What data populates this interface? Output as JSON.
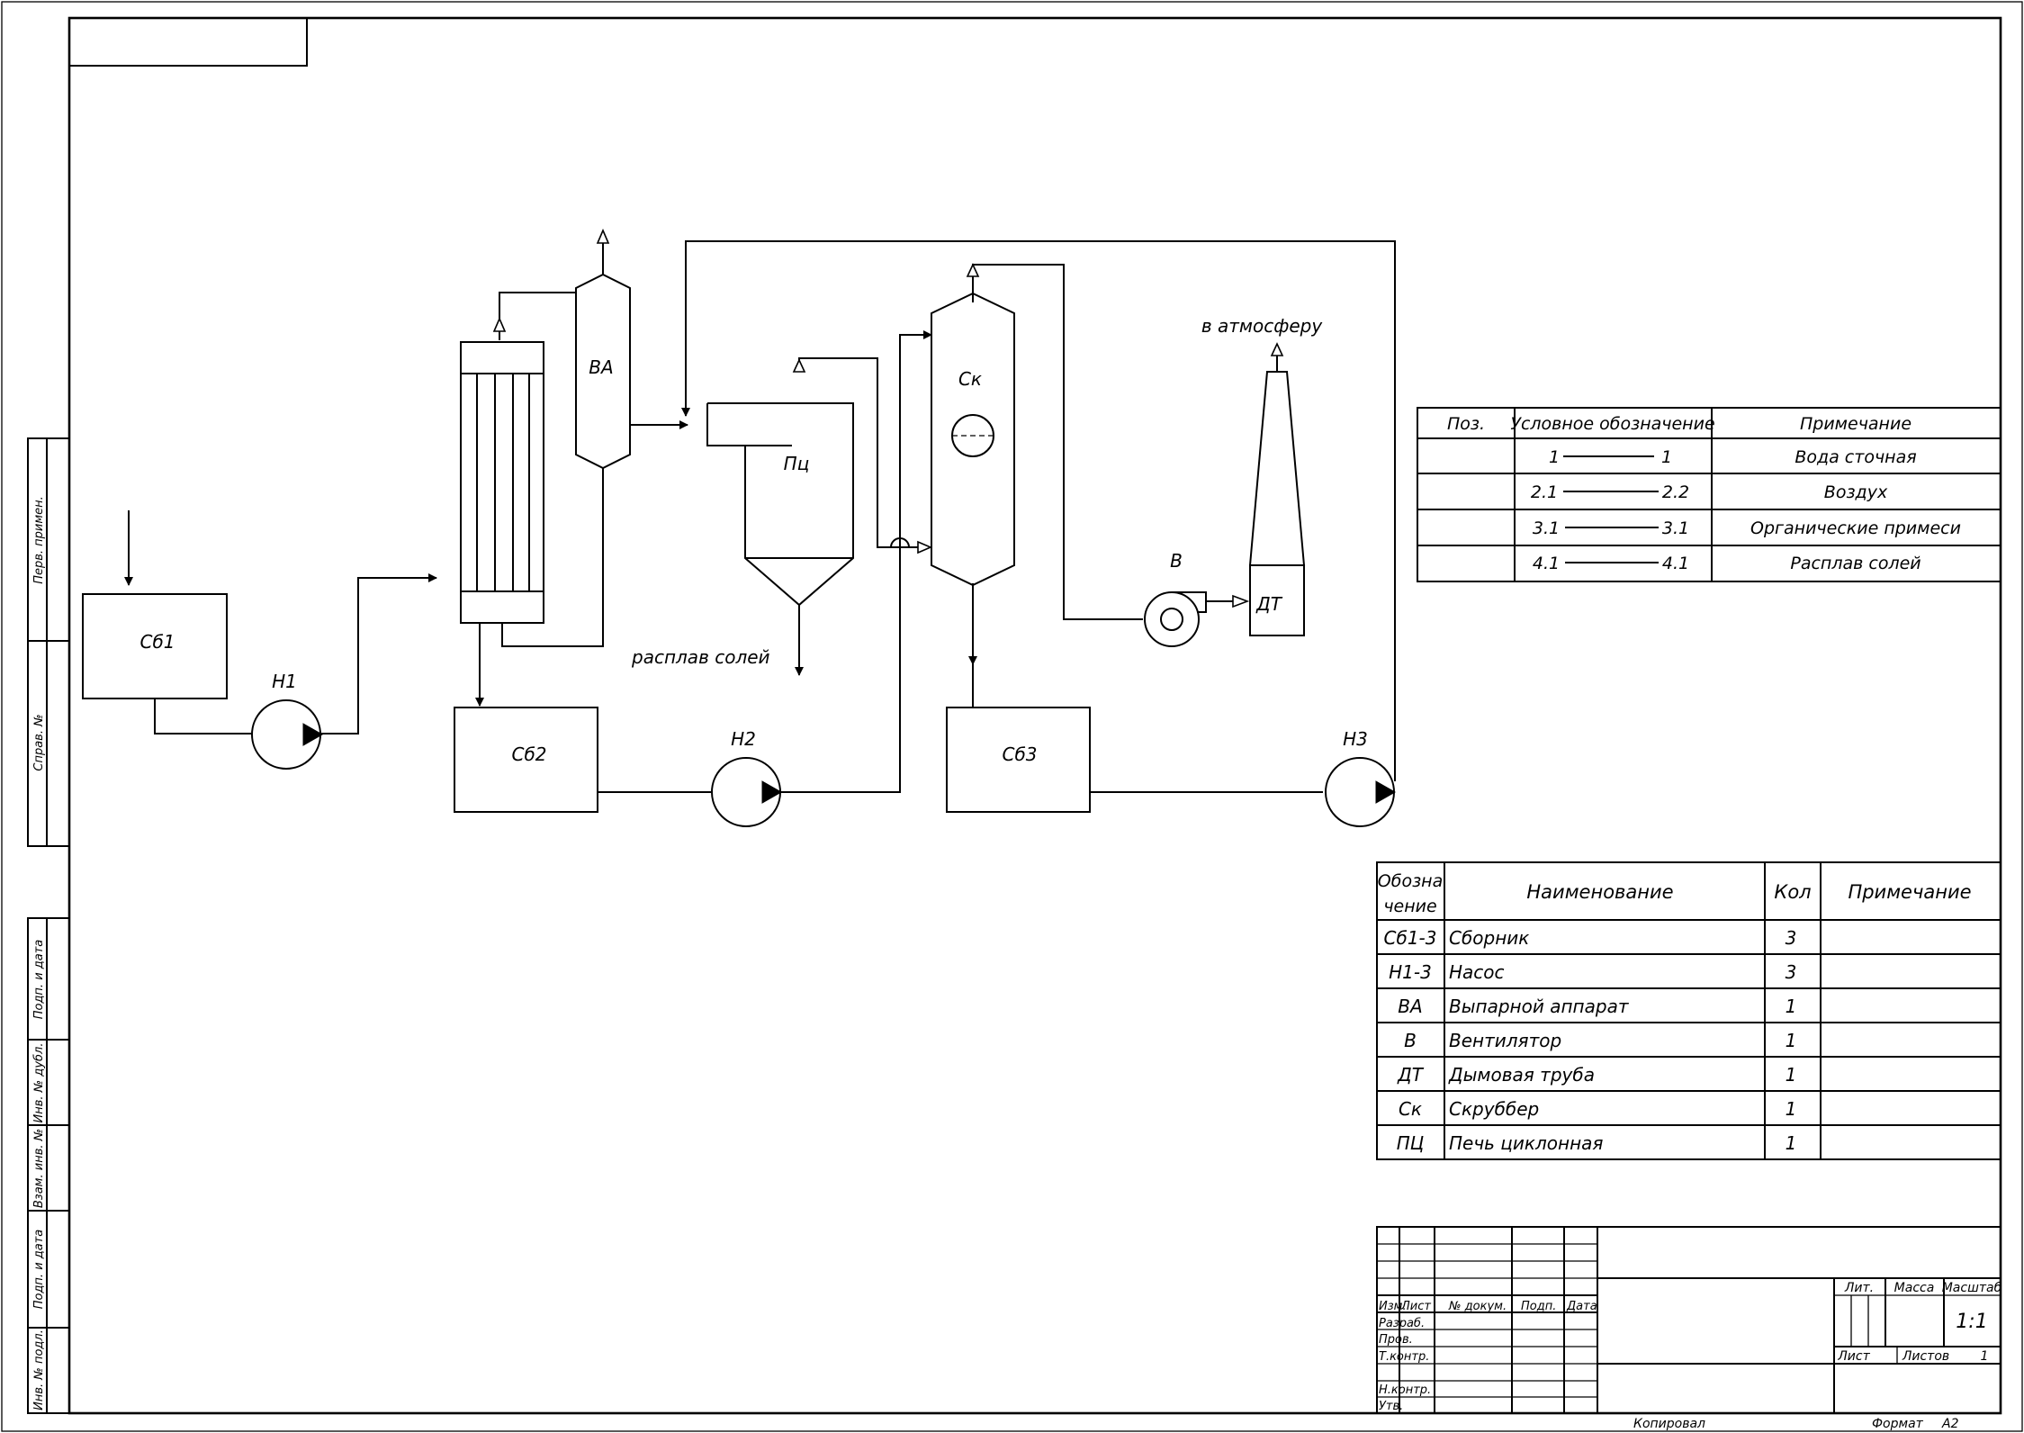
{
  "equipment": {
    "sb1": "Сб1",
    "sb2": "Сб2",
    "sb3": "Сб3",
    "n1": "Н1",
    "n2": "Н2",
    "n3": "Н3",
    "va": "ВА",
    "pc": "Пц",
    "sk": "Ск",
    "v": "В",
    "dt": "ДТ"
  },
  "annotations": {
    "atmosphere": "в атмосферу",
    "salt_melt": "расплав солей"
  },
  "legend": {
    "headers": [
      "Поз.",
      "Условное обозначение",
      "Примечание"
    ],
    "rows": [
      {
        "left": "1",
        "right": "1",
        "note": "Вода сточная"
      },
      {
        "left": "2.1",
        "right": "2.2",
        "note": "Воздух"
      },
      {
        "left": "3.1",
        "right": "3.1",
        "note": "Органические примеси"
      },
      {
        "left": "4.1",
        "right": "4.1",
        "note": "Расплав солей"
      }
    ]
  },
  "spec": {
    "headers": {
      "designation_1": "Обозна",
      "designation_2": "чение",
      "name": "Наименование",
      "qty": "Кол",
      "note": "Примечание"
    },
    "rows": [
      {
        "code": "Сб1-3",
        "name": "Сборник",
        "qty": "3"
      },
      {
        "code": "Н1-3",
        "name": "Насос",
        "qty": "3"
      },
      {
        "code": "ВА",
        "name": "Выпарной аппарат",
        "qty": "1"
      },
      {
        "code": "В",
        "name": "Вентилятор",
        "qty": "1"
      },
      {
        "code": "ДТ",
        "name": "Дымовая труба",
        "qty": "1"
      },
      {
        "code": "Ск",
        "name": "Скруббер",
        "qty": "1"
      },
      {
        "code": "ПЦ",
        "name": "Печь циклонная",
        "qty": "1"
      }
    ]
  },
  "title_block": {
    "izm": "Изм.",
    "list": "Лист",
    "doc": "№ докум.",
    "podp": "Подп.",
    "data": "Дата",
    "razrab": "Разраб.",
    "prov": "Пров.",
    "tkontr": "Т.контр.",
    "nkontr": "Н.контр.",
    "utv": "Утв.",
    "lit": "Лит.",
    "massa": "Масса",
    "masshtab": "Масштаб",
    "scale_value": "1:1",
    "list2": "Лист",
    "listov": "Листов",
    "listov_value": "1"
  },
  "footer": {
    "copied": "Копировал",
    "format": "Формат",
    "format_value": "А2"
  },
  "side_stamps": [
    "Перв. примен.",
    "Справ. №",
    "Подп. и дата",
    "Инв. № дубл.",
    "Взам. инв. №",
    "Подп. и дата",
    "Инв. № подл."
  ]
}
